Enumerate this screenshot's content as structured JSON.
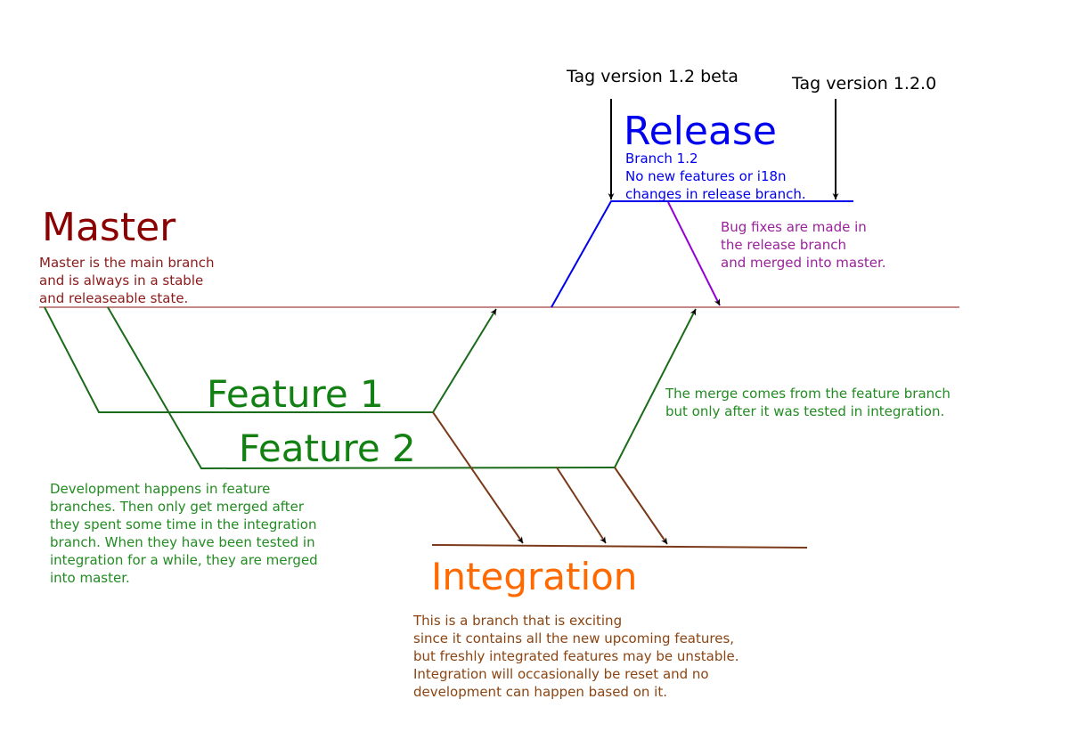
{
  "colors": {
    "master": "#8b0000",
    "master_line": "#b06060",
    "release": "#0000ee",
    "bugfix": "#9400d3",
    "bugfix_text": "#99229a",
    "feature": "#1a6b1a",
    "feature_text": "#228b22",
    "feature_title": "#128012",
    "integration_line": "#7a3a1a",
    "integration_title": "#ff6a00",
    "integration_text": "#8b4513",
    "arrow": "#000000"
  },
  "tags": {
    "beta": "Tag version 1.2 beta",
    "final": "Tag version 1.2.0"
  },
  "release": {
    "title": "Release",
    "description": "Branch 1.2\nNo new features or i18n\nchanges in release branch."
  },
  "master": {
    "title": "Master",
    "description": "Master is the main branch\nand is always in a stable\nand releaseable state."
  },
  "bugfix": {
    "description": "Bug fixes are made in\nthe release branch\nand merged into master."
  },
  "features": [
    {
      "title": "Feature 1"
    },
    {
      "title": "Feature 2"
    }
  ],
  "merge_note": {
    "description": "The merge comes from the feature branch\nbut only after it was tested in integration."
  },
  "development_note": {
    "description": "Development happens in feature\nbranches. Then only get merged after\nthey spent some time in the integration\nbranch. When they have been tested in\nintegration for a while, they are merged\ninto master."
  },
  "integration": {
    "title": "Integration",
    "description": "This is a branch that is exciting\nsince it contains all the new upcoming features,\nbut freshly integrated features may be unstable.\nIntegration will occasionally be reset and no\ndevelopment can happen based on it."
  }
}
